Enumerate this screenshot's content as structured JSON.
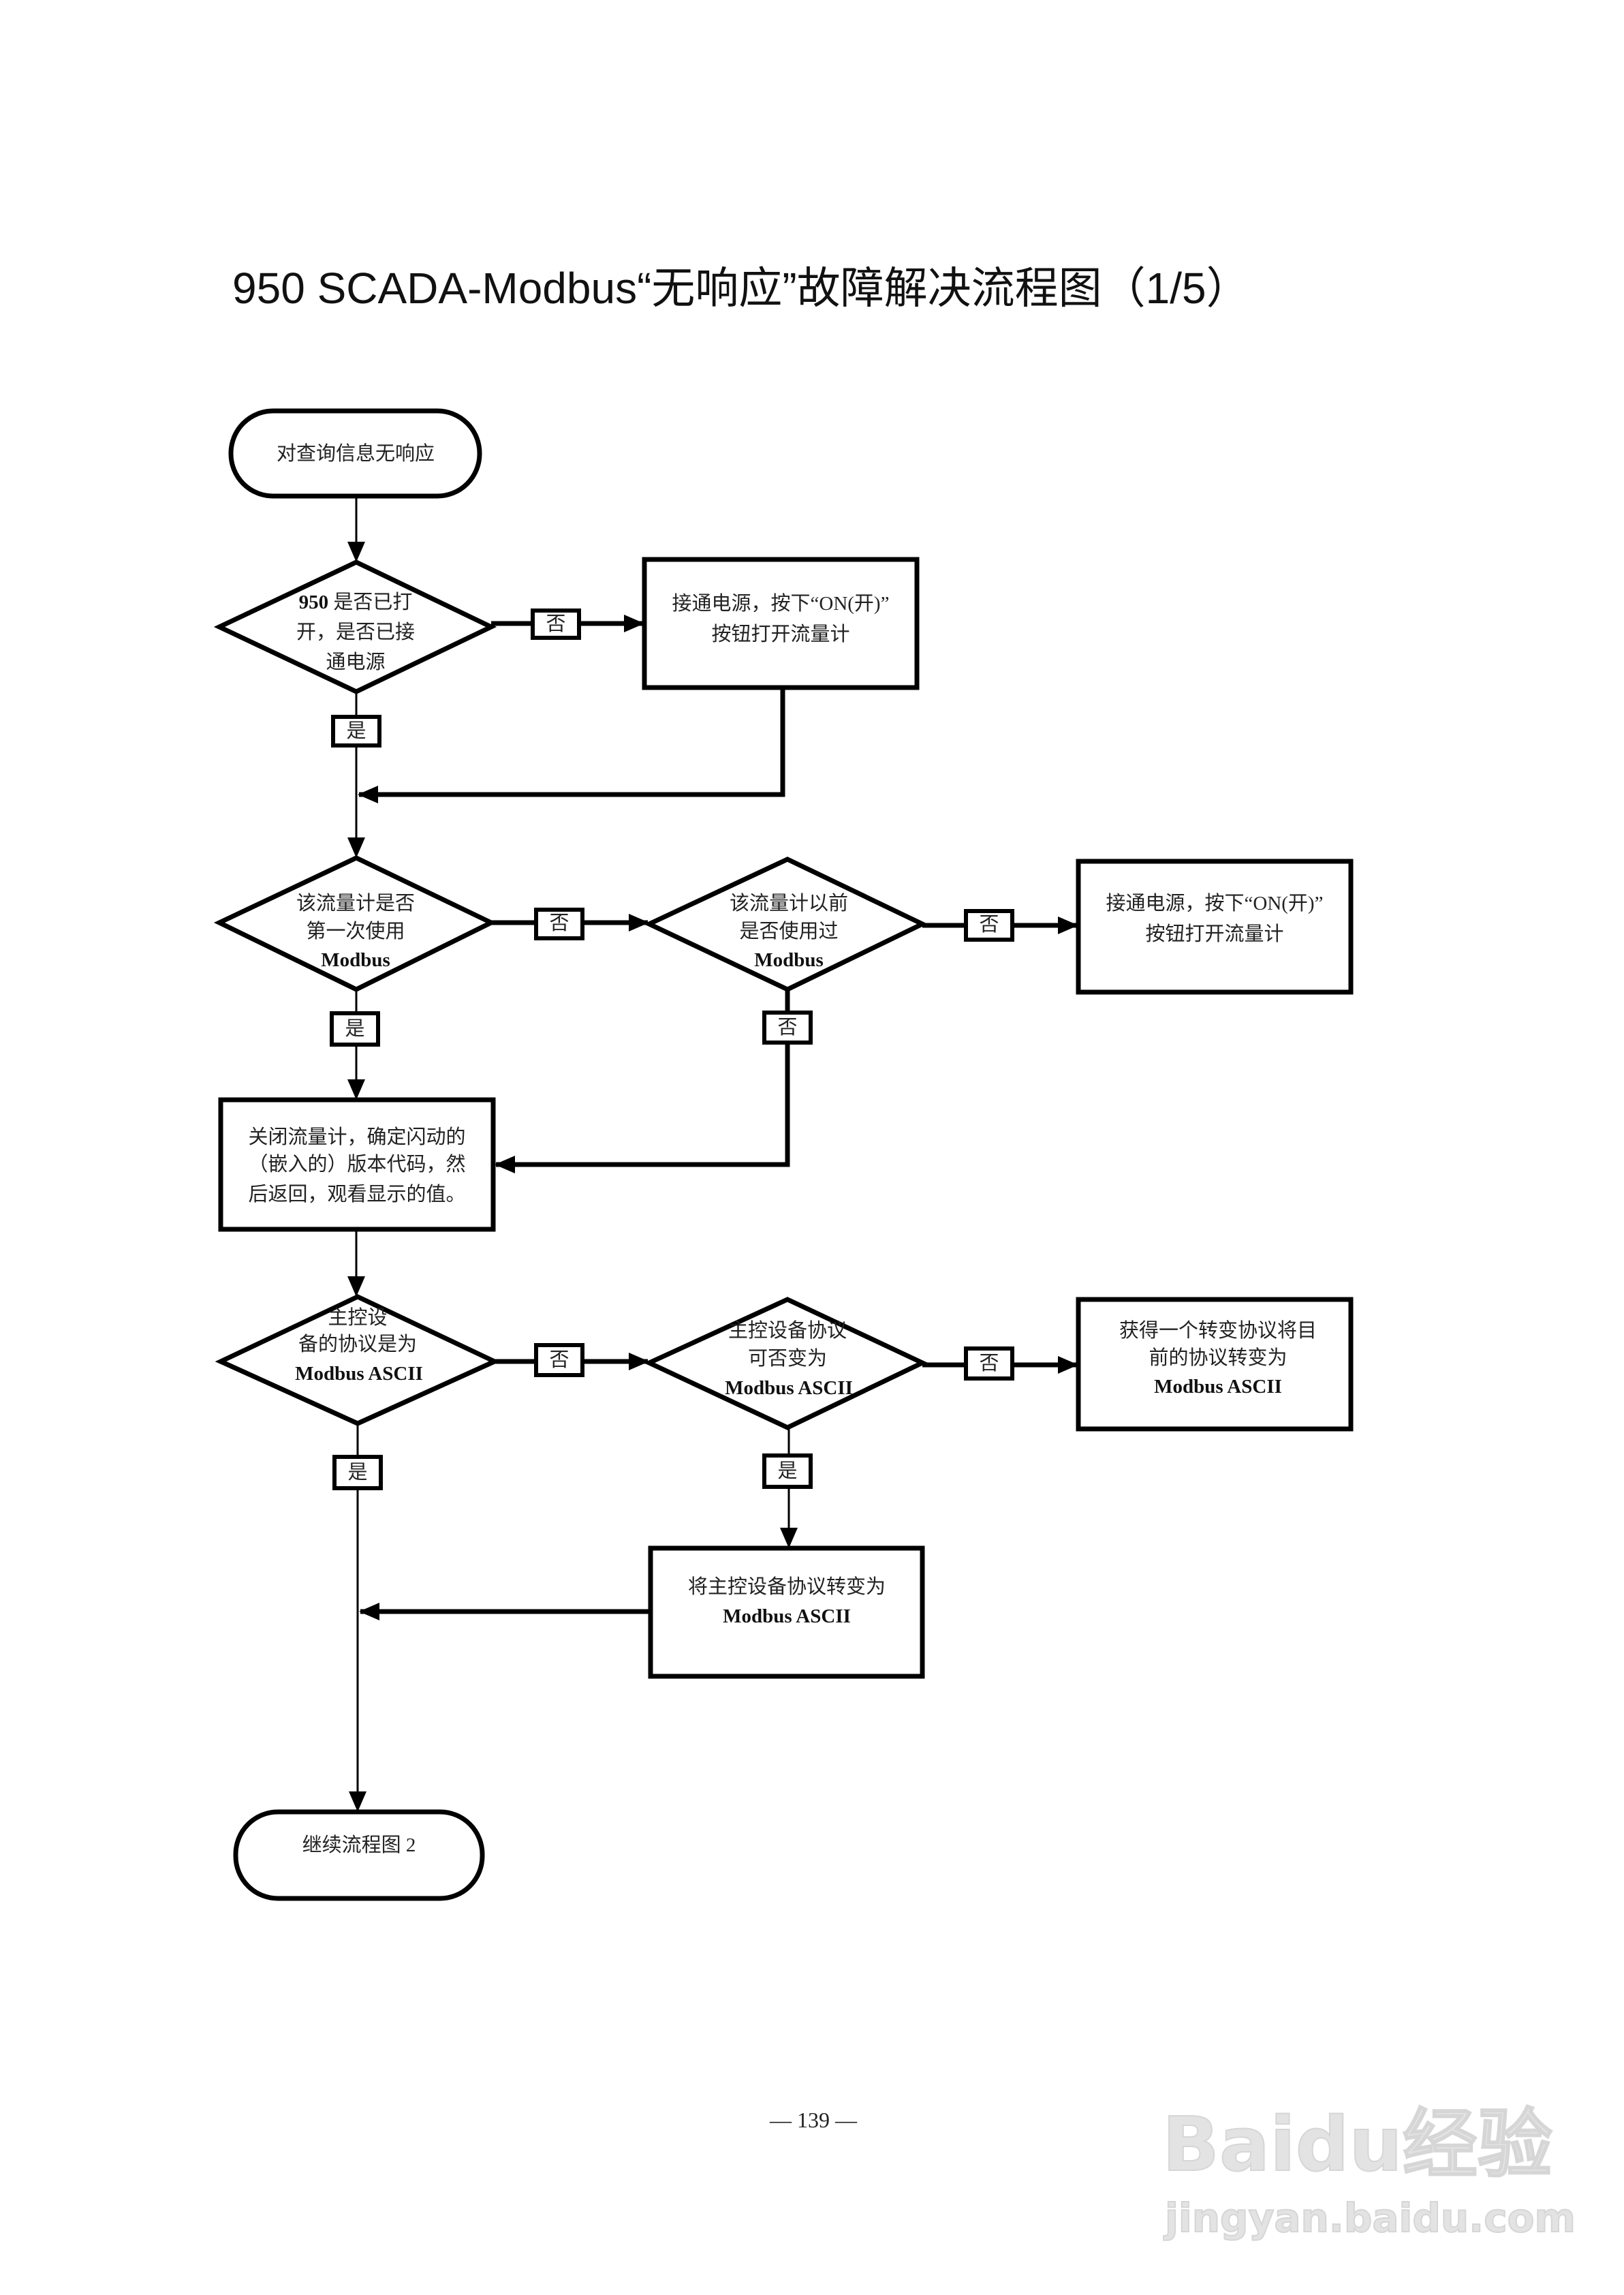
{
  "title": "950 SCADA-Modbus“无响应”故障解决流程图（1/5）",
  "labels": {
    "yes": "是",
    "no": "否"
  },
  "nodes": {
    "start": {
      "lines": [
        "对查询信息无响应"
      ]
    },
    "d1": {
      "lines": [
        "950 是否已打",
        "开，是否已接",
        "通电源"
      ]
    },
    "box1": {
      "lines": [
        "接通电源，按下“ON(开)”",
        "按钮打开流量计"
      ]
    },
    "d2": {
      "lines": [
        "该流量计是否",
        "第一次使用",
        "Modbus"
      ]
    },
    "d3": {
      "lines": [
        "该流量计以前",
        "是否使用过",
        "Modbus"
      ]
    },
    "box2": {
      "lines": [
        "接通电源，按下“ON(开)”",
        "按钮打开流量计"
      ]
    },
    "box3": {
      "lines": [
        "关闭流量计，确定闪动的",
        "（嵌入的）版本代码，然",
        "后返回，观看显示的值。"
      ]
    },
    "d4": {
      "lines": [
        "主控设",
        "备的协议是为",
        "Modbus ASCII"
      ]
    },
    "d5": {
      "lines": [
        "主控设备协议",
        "可否变为",
        "Modbus ASCII"
      ]
    },
    "box4": {
      "lines": [
        "获得一个转变协议将目",
        "前的协议转变为",
        "Modbus ASCII"
      ]
    },
    "box5": {
      "lines": [
        "将主控设备协议转变为",
        "Modbus ASCII"
      ]
    },
    "end": {
      "lines": [
        "继续流程图 2"
      ]
    }
  },
  "page_number": "— 139 —",
  "watermark": {
    "brand": "Baidu经验",
    "url": "jingyan.baidu.com"
  }
}
